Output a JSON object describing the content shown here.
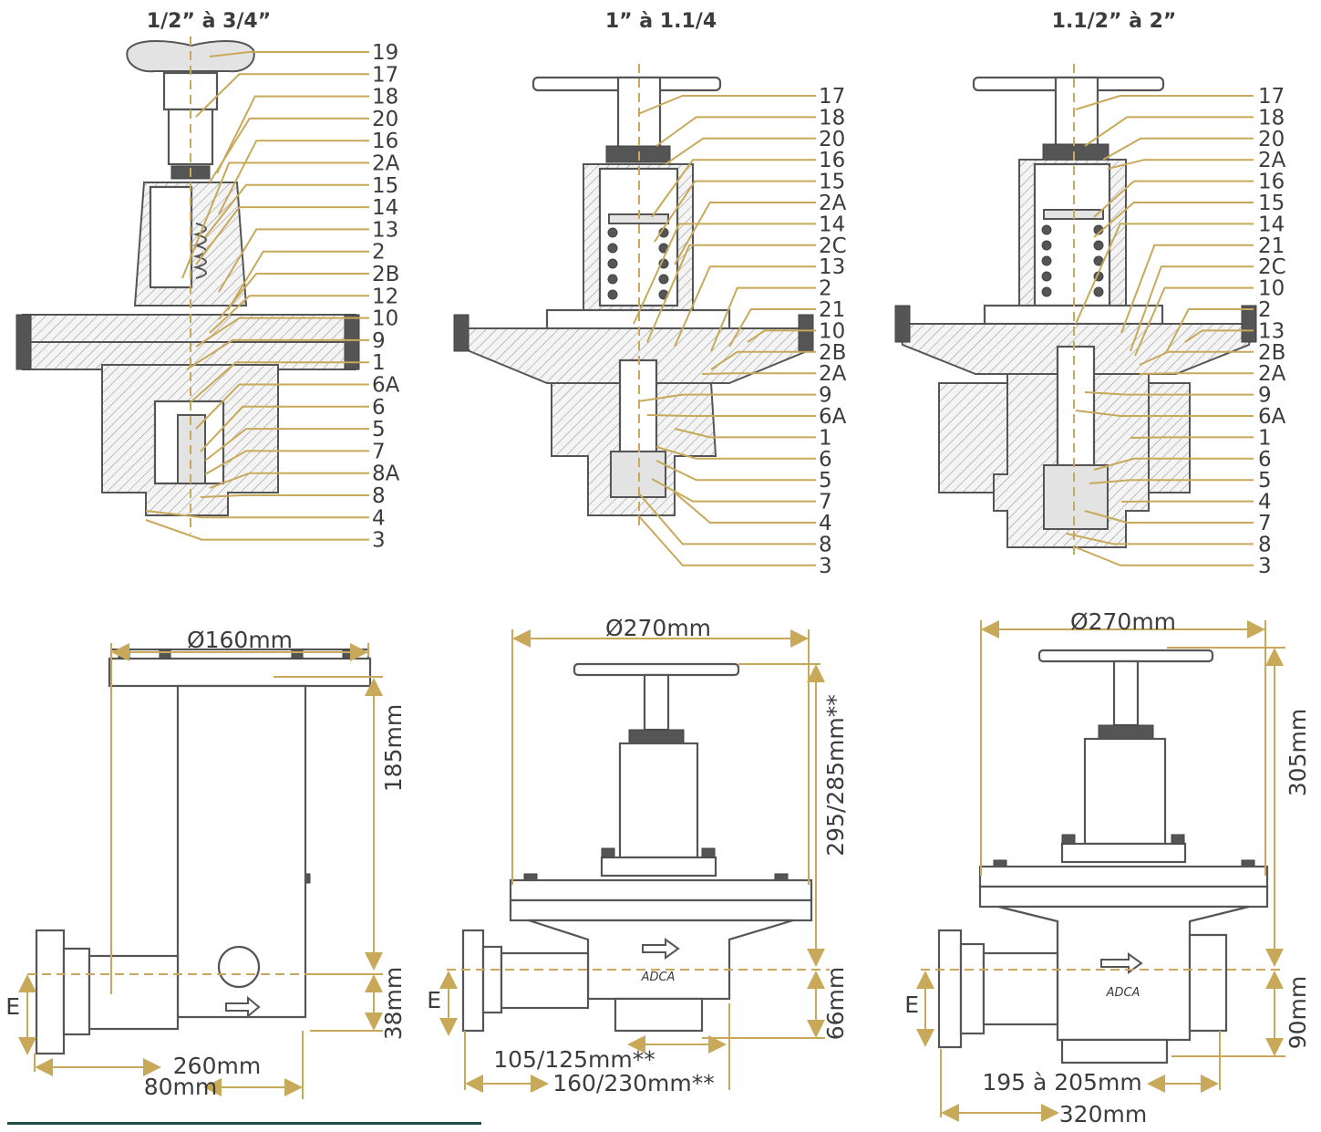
{
  "titles": [
    "1/2” à 3/4”",
    "1” à 1.1/4",
    "1.1/2” à 2”"
  ],
  "callouts": {
    "v1": [
      "19",
      "17",
      "18",
      "20",
      "16",
      "2A",
      "15",
      "14",
      "13",
      "2",
      "2B",
      "12",
      "10",
      "9",
      "1",
      "6A",
      "6",
      "5",
      "7",
      "8A",
      "8",
      "4",
      "3"
    ],
    "v2": [
      "17",
      "18",
      "20",
      "16",
      "15",
      "2A",
      "14",
      "2C",
      "13",
      "2",
      "21",
      "10",
      "2B",
      "2A",
      "9",
      "6A",
      "1",
      "6",
      "5",
      "7",
      "4",
      "8",
      "3"
    ],
    "v3": [
      "17",
      "18",
      "20",
      "2A",
      "16",
      "15",
      "14",
      "21",
      "2C",
      "10",
      "2",
      "13",
      "2B",
      "2A",
      "9",
      "6A",
      "1",
      "6",
      "5",
      "4",
      "7",
      "8",
      "3"
    ]
  },
  "dimensions": {
    "d1": {
      "diameter": "Ø160mm",
      "height": "185mm",
      "low": "38mm",
      "e": "E",
      "len1": "260mm",
      "len2": "80mm"
    },
    "d2": {
      "diameter": "Ø270mm",
      "height": "295/285mm**",
      "low": "66mm",
      "e": "E",
      "len1": "105/125mm**",
      "len2": "160/230mm**"
    },
    "d3": {
      "diameter": "Ø270mm",
      "height": "305mm",
      "low": "90mm",
      "e": "E",
      "len1": "195 à 205mm",
      "len2": "320mm"
    }
  },
  "logo": "ADCA",
  "colors": {
    "leader": "#c8a95a",
    "outline": "#555555",
    "text": "#3c3c3c",
    "footer": "#1f4e46"
  }
}
